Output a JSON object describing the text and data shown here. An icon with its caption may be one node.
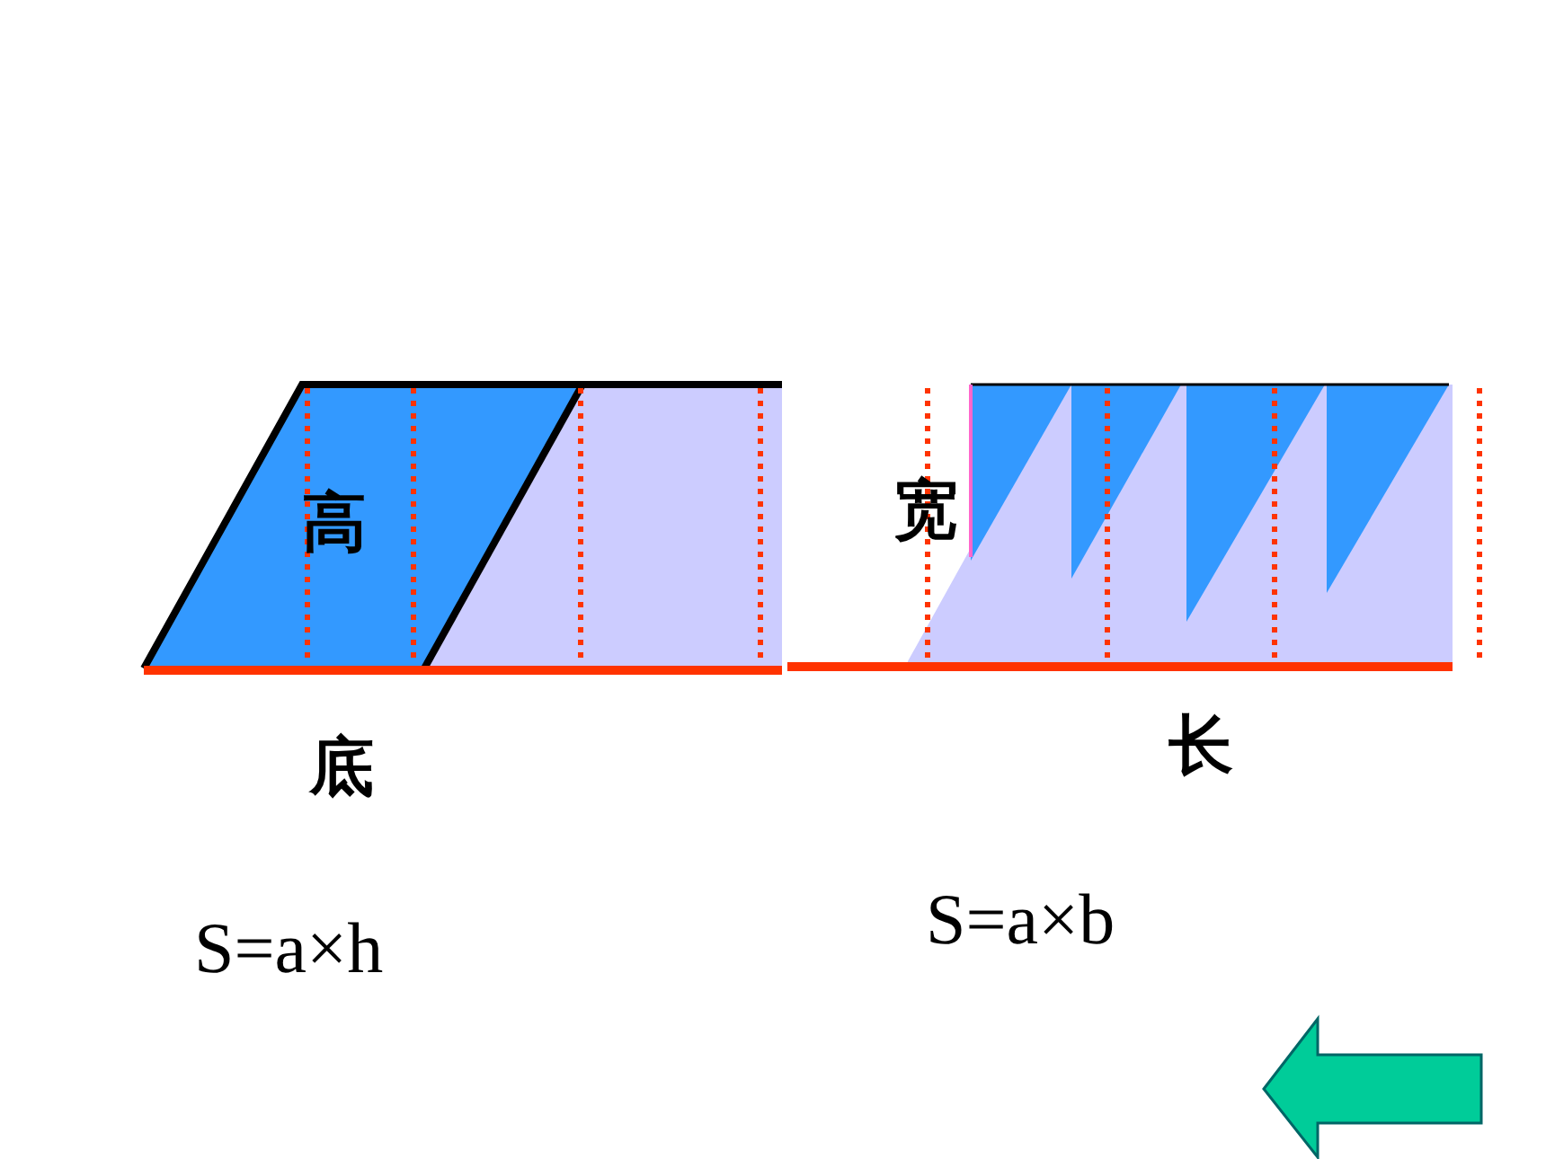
{
  "diagram": {
    "labels": [
      "高",
      "宽",
      "底",
      "长",
      "S=a×h",
      "S=a×b"
    ]
  }
}
